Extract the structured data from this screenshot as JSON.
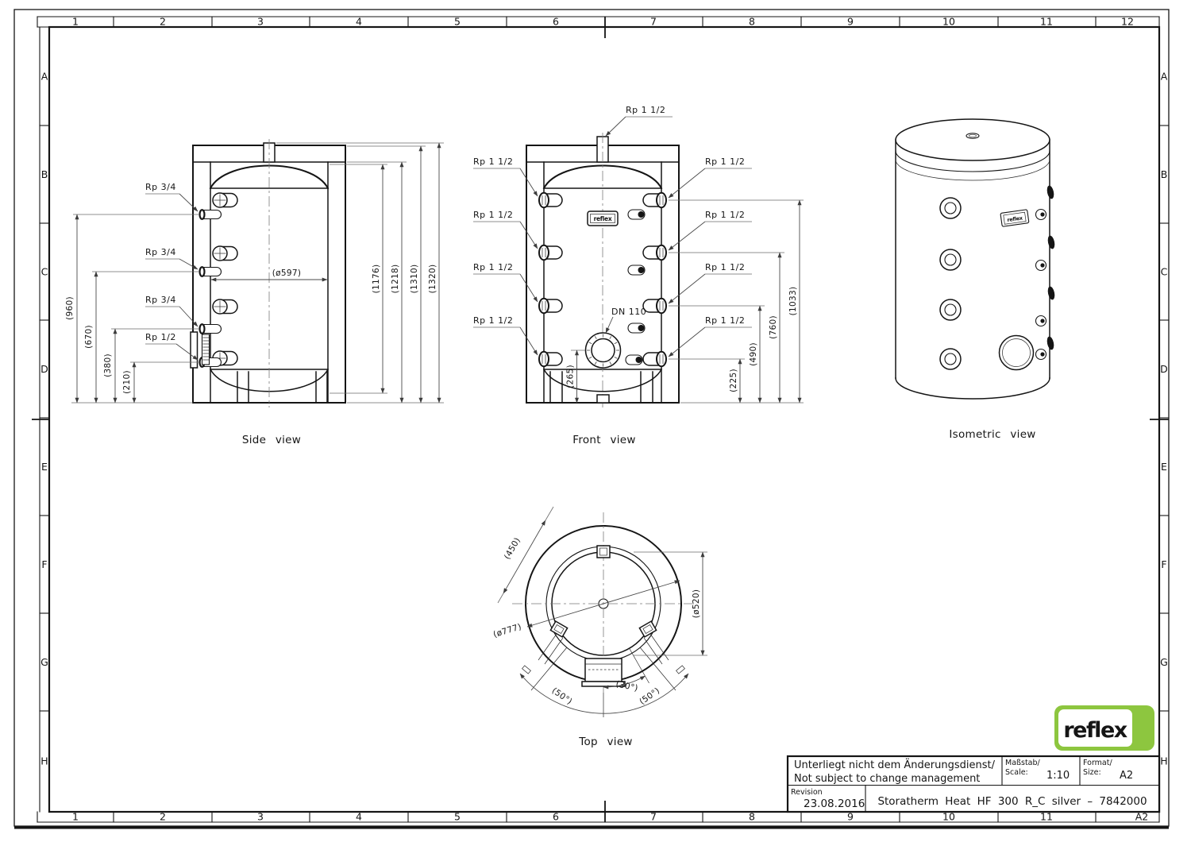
{
  "sheet": {
    "grid_columns": [
      "1",
      "2",
      "3",
      "4",
      "5",
      "6",
      "7",
      "8",
      "9",
      "10",
      "11",
      "12"
    ],
    "grid_rows": [
      "A",
      "B",
      "C",
      "D",
      "E",
      "F",
      "G",
      "H"
    ],
    "corner_label": "A2"
  },
  "views": {
    "side": {
      "caption": "Side view",
      "port_labels": [
        "Rp 3/4",
        "Rp 3/4",
        "Rp 3/4",
        "Rp 1/2"
      ],
      "left_dims": [
        "(960)",
        "(670)",
        "(380)",
        "(210)"
      ],
      "right_dims": [
        "(1176)",
        "(1218)",
        "(1310)",
        "(1320)"
      ],
      "diameter_dim": "(ø597)"
    },
    "front": {
      "caption": "Front view",
      "top_port_label": "Rp 1 1/2",
      "left_port_labels": [
        "Rp 1 1/2",
        "Rp 1 1/2",
        "Rp 1 1/2",
        "Rp 1 1/2"
      ],
      "right_port_labels": [
        "Rp 1 1/2",
        "Rp 1 1/2",
        "Rp 1 1/2",
        "Rp 1 1/2"
      ],
      "flange_label": "DN 110",
      "height_dim": "(265)",
      "right_dims": [
        "(1033)",
        "(760)",
        "(490)",
        "(225)"
      ],
      "badge_label": "reflex"
    },
    "isometric": {
      "caption": "Isometric view",
      "badge_label": "reflex"
    },
    "top": {
      "caption": "Top view",
      "dims": {
        "distance": "(450)",
        "outer_diameter": "(ø777)",
        "inner_diameter": "(ø520)",
        "angle_left": "(50°)",
        "angle_mid": "(30°)",
        "angle_right": "(50°)"
      }
    }
  },
  "title_block": {
    "note_line_1": "Unterliegt nicht dem Änderungsdienst/",
    "note_line_2": "Not subject to change management",
    "scale_label_de": "Maßstab/",
    "scale_label_en": "Scale:",
    "scale_value": "1:10",
    "format_label_de": "Format/",
    "format_label_en": "Size:",
    "format_value": "A2",
    "revision_label": "Revision",
    "revision_value": "23.08.2016",
    "drawing_title": "Storatherm Heat HF 300 R_C silver – 7842000"
  },
  "logo": {
    "text": "reflex",
    "color": "#8dc63f"
  }
}
